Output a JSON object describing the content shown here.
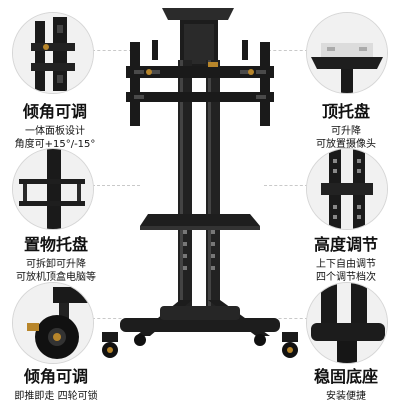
{
  "features": {
    "tilt": {
      "title": "倾角可调",
      "lines": [
        "一体面板设计",
        "角度可+15°/-15°"
      ]
    },
    "top_tray": {
      "title": "顶托盘",
      "lines": [
        "可升降",
        "可放置摄像头"
      ]
    },
    "shelf": {
      "title": "置物托盘",
      "lines": [
        "可拆卸可升降",
        "可放机顶盒电脑等"
      ]
    },
    "height": {
      "title": "高度调节",
      "lines": [
        "上下自由调节",
        "四个调节档次"
      ]
    },
    "wheels": {
      "title": "倾角可调",
      "lines": [
        "即推即走 四轮可锁"
      ]
    },
    "base": {
      "title": "稳固底座",
      "lines": [
        "安装便捷"
      ]
    }
  },
  "colors": {
    "metal": "#1b1b1b",
    "accent_gold": "#b8862b",
    "background": "#ffffff"
  }
}
